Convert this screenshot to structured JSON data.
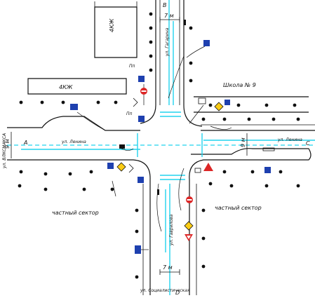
{
  "labels": {
    "bldg_4kzh_top": "4КЖ",
    "bldg_4kzh_left": "4КЖ",
    "school": "Школа № 9",
    "street_lenina_left": "ул. Ленина",
    "street_lenina_right": "ул. Ленина",
    "street_gagarina": "ул. Гагарина",
    "street_vlkslaksa": "ул. ВЛКСМАКСА",
    "street_sotsialist": "ул. Социалистическая",
    "street_gavrilova": "ул. Гаврилова",
    "private_left": "частный сектор",
    "private_right": "частный сектор",
    "dist_7m_top": "7 м",
    "dist_7m_bottom": "7 м",
    "dist_9m_left": "9 м",
    "dist_9m_right": "9 м",
    "point_a": "А",
    "point_b": "В",
    "point_c": "С",
    "point_d": "D",
    "pp_label": "Пп"
  },
  "colors": {
    "lane_marking": "#22d3ee",
    "sign_blue": "#1e40af",
    "sign_red": "#dc2626",
    "sign_yellow": "#facc15",
    "line": "#111111"
  },
  "signs": [
    {
      "id": "bus-stop-top",
      "kind": "blue-square-icon"
    },
    {
      "id": "ped-crossing-nw",
      "kind": "blue-square-icon"
    },
    {
      "id": "no-entry-nw",
      "kind": "red-circle-icon"
    },
    {
      "id": "priority-ne",
      "kind": "yellow-diamond-icon"
    },
    {
      "id": "info-ne",
      "kind": "blue-square-icon"
    },
    {
      "id": "priority-sw",
      "kind": "yellow-diamond-icon"
    },
    {
      "id": "ped-crossing-sw",
      "kind": "blue-square-icon"
    },
    {
      "id": "warning-se",
      "kind": "red-triangle-icon"
    },
    {
      "id": "info-right",
      "kind": "blue-square-icon"
    },
    {
      "id": "no-entry-se",
      "kind": "red-circle-icon"
    },
    {
      "id": "priority-se-low",
      "kind": "yellow-diamond-icon"
    },
    {
      "id": "yield-se",
      "kind": "red-triangle-icon"
    },
    {
      "id": "bus-stop-bottom",
      "kind": "blue-square-icon"
    },
    {
      "id": "bus-stop-left",
      "kind": "blue-square-icon"
    }
  ]
}
